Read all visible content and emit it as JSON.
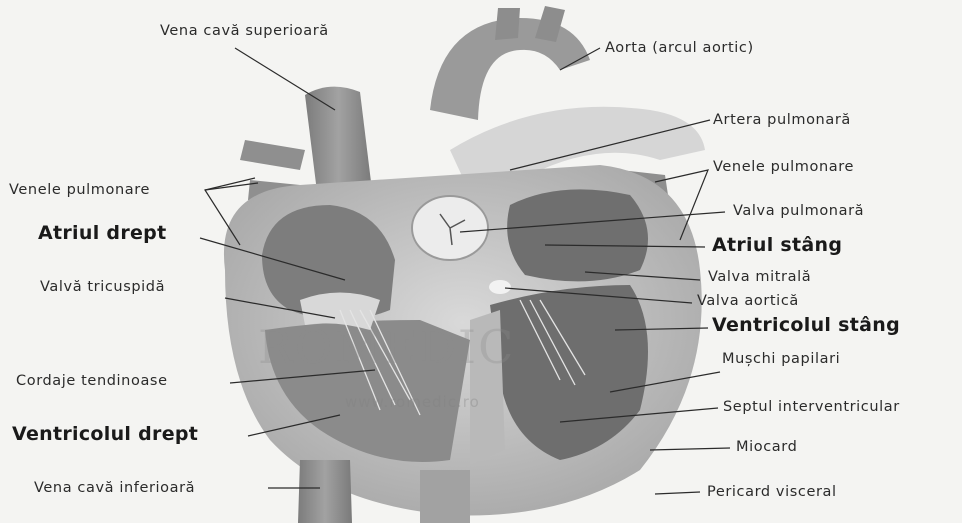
{
  "labels": {
    "vena_cava_superioara": "Vena cavă superioară",
    "aorta": "Aorta (arcul aortic)",
    "artera_pulmonara": "Artera pulmonară",
    "venele_pulmonare_stanga": "Venele pulmonare",
    "venele_pulmonare_dreapta": "Venele pulmonare",
    "valva_pulmonara": "Valva pulmonară",
    "atriul_drept": "Atriul drept",
    "atriul_stang": "Atriul stâng",
    "valva_tricuspida": "Valvă tricuspidă",
    "valva_mitrala": "Valva mitrală",
    "valva_aortica": "Valva aortică",
    "ventricolul_stang": "Ventricolul stâng",
    "cordaje_tendinoase": "Cordaje tendinoase",
    "muschi_papilari": "Mușchi papilari",
    "septul_interventricular": "Septul interventricular",
    "ventricolul_drept": "Ventricolul drept",
    "miocard": "Miocard",
    "vena_cava_inferioara": "Vena cavă inferioară",
    "pericard_visceral": "Pericard visceral"
  },
  "watermark": {
    "main": "ROMEDIC",
    "url": "www.romedic.ro"
  },
  "colors": {
    "heart_outer": "#bdbdbd",
    "heart_wall": "#a9a9a9",
    "chamber_dark": "#6f6f6f",
    "vessel": "#8a8a8a",
    "valve_light": "#ececec",
    "leader_line": "#2b2b2b"
  }
}
